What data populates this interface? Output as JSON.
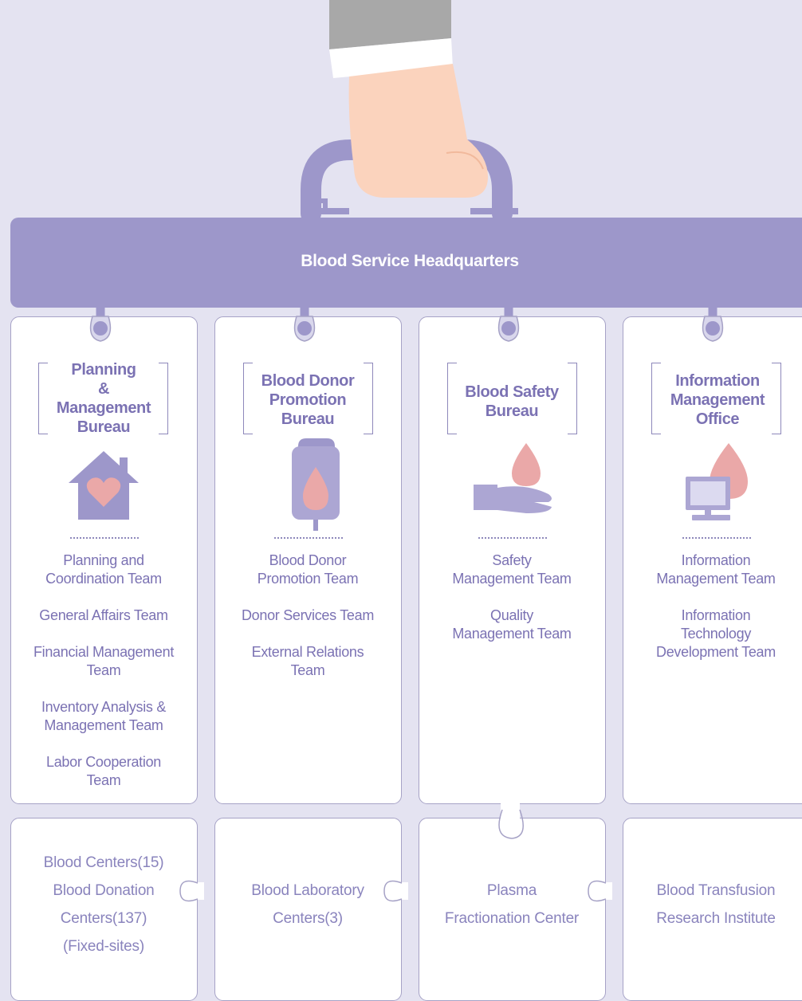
{
  "headquarters": {
    "title": "Blood Service Headquarters"
  },
  "bureaus": [
    {
      "title": "Planning\n&\nManagement\nBureau",
      "icon": "house-heart-icon",
      "teams": [
        "Planning and\nCoordination Team",
        "General Affairs Team",
        "Financial Management\nTeam",
        "Inventory Analysis &\nManagement Team",
        "Labor Cooperation\nTeam"
      ]
    },
    {
      "title": "Blood Donor\nPromotion\nBureau",
      "icon": "blood-bag-icon",
      "teams": [
        "Blood Donor\nPromotion Team",
        "Donor Services Team",
        "External Relations\nTeam"
      ]
    },
    {
      "title": "Blood Safety\nBureau",
      "icon": "hand-blood-drop-icon",
      "teams": [
        "Safety\nManagement Team",
        "Quality\nManagement Team"
      ]
    },
    {
      "title": "Information\nManagement\nOffice",
      "icon": "computer-blood-drop-icon",
      "teams": [
        "Information\nManagement Team",
        "Information\nTechnology\nDevelopment Team"
      ]
    }
  ],
  "centers": [
    "Blood Centers(15)\nBlood Donation\nCenters(137)\n(Fixed-sites)",
    "Blood Laboratory\nCenters(3)",
    "Plasma\nFractionation Center",
    "Blood Transfusion\nResearch Institute"
  ],
  "colors": {
    "background": "#e4e3f1",
    "accent": "#9d97ca",
    "text": "#7b72b3",
    "skin": "#fbd3bd",
    "drop": "#eaa8a8",
    "sleeve": "#a8a8a8"
  }
}
